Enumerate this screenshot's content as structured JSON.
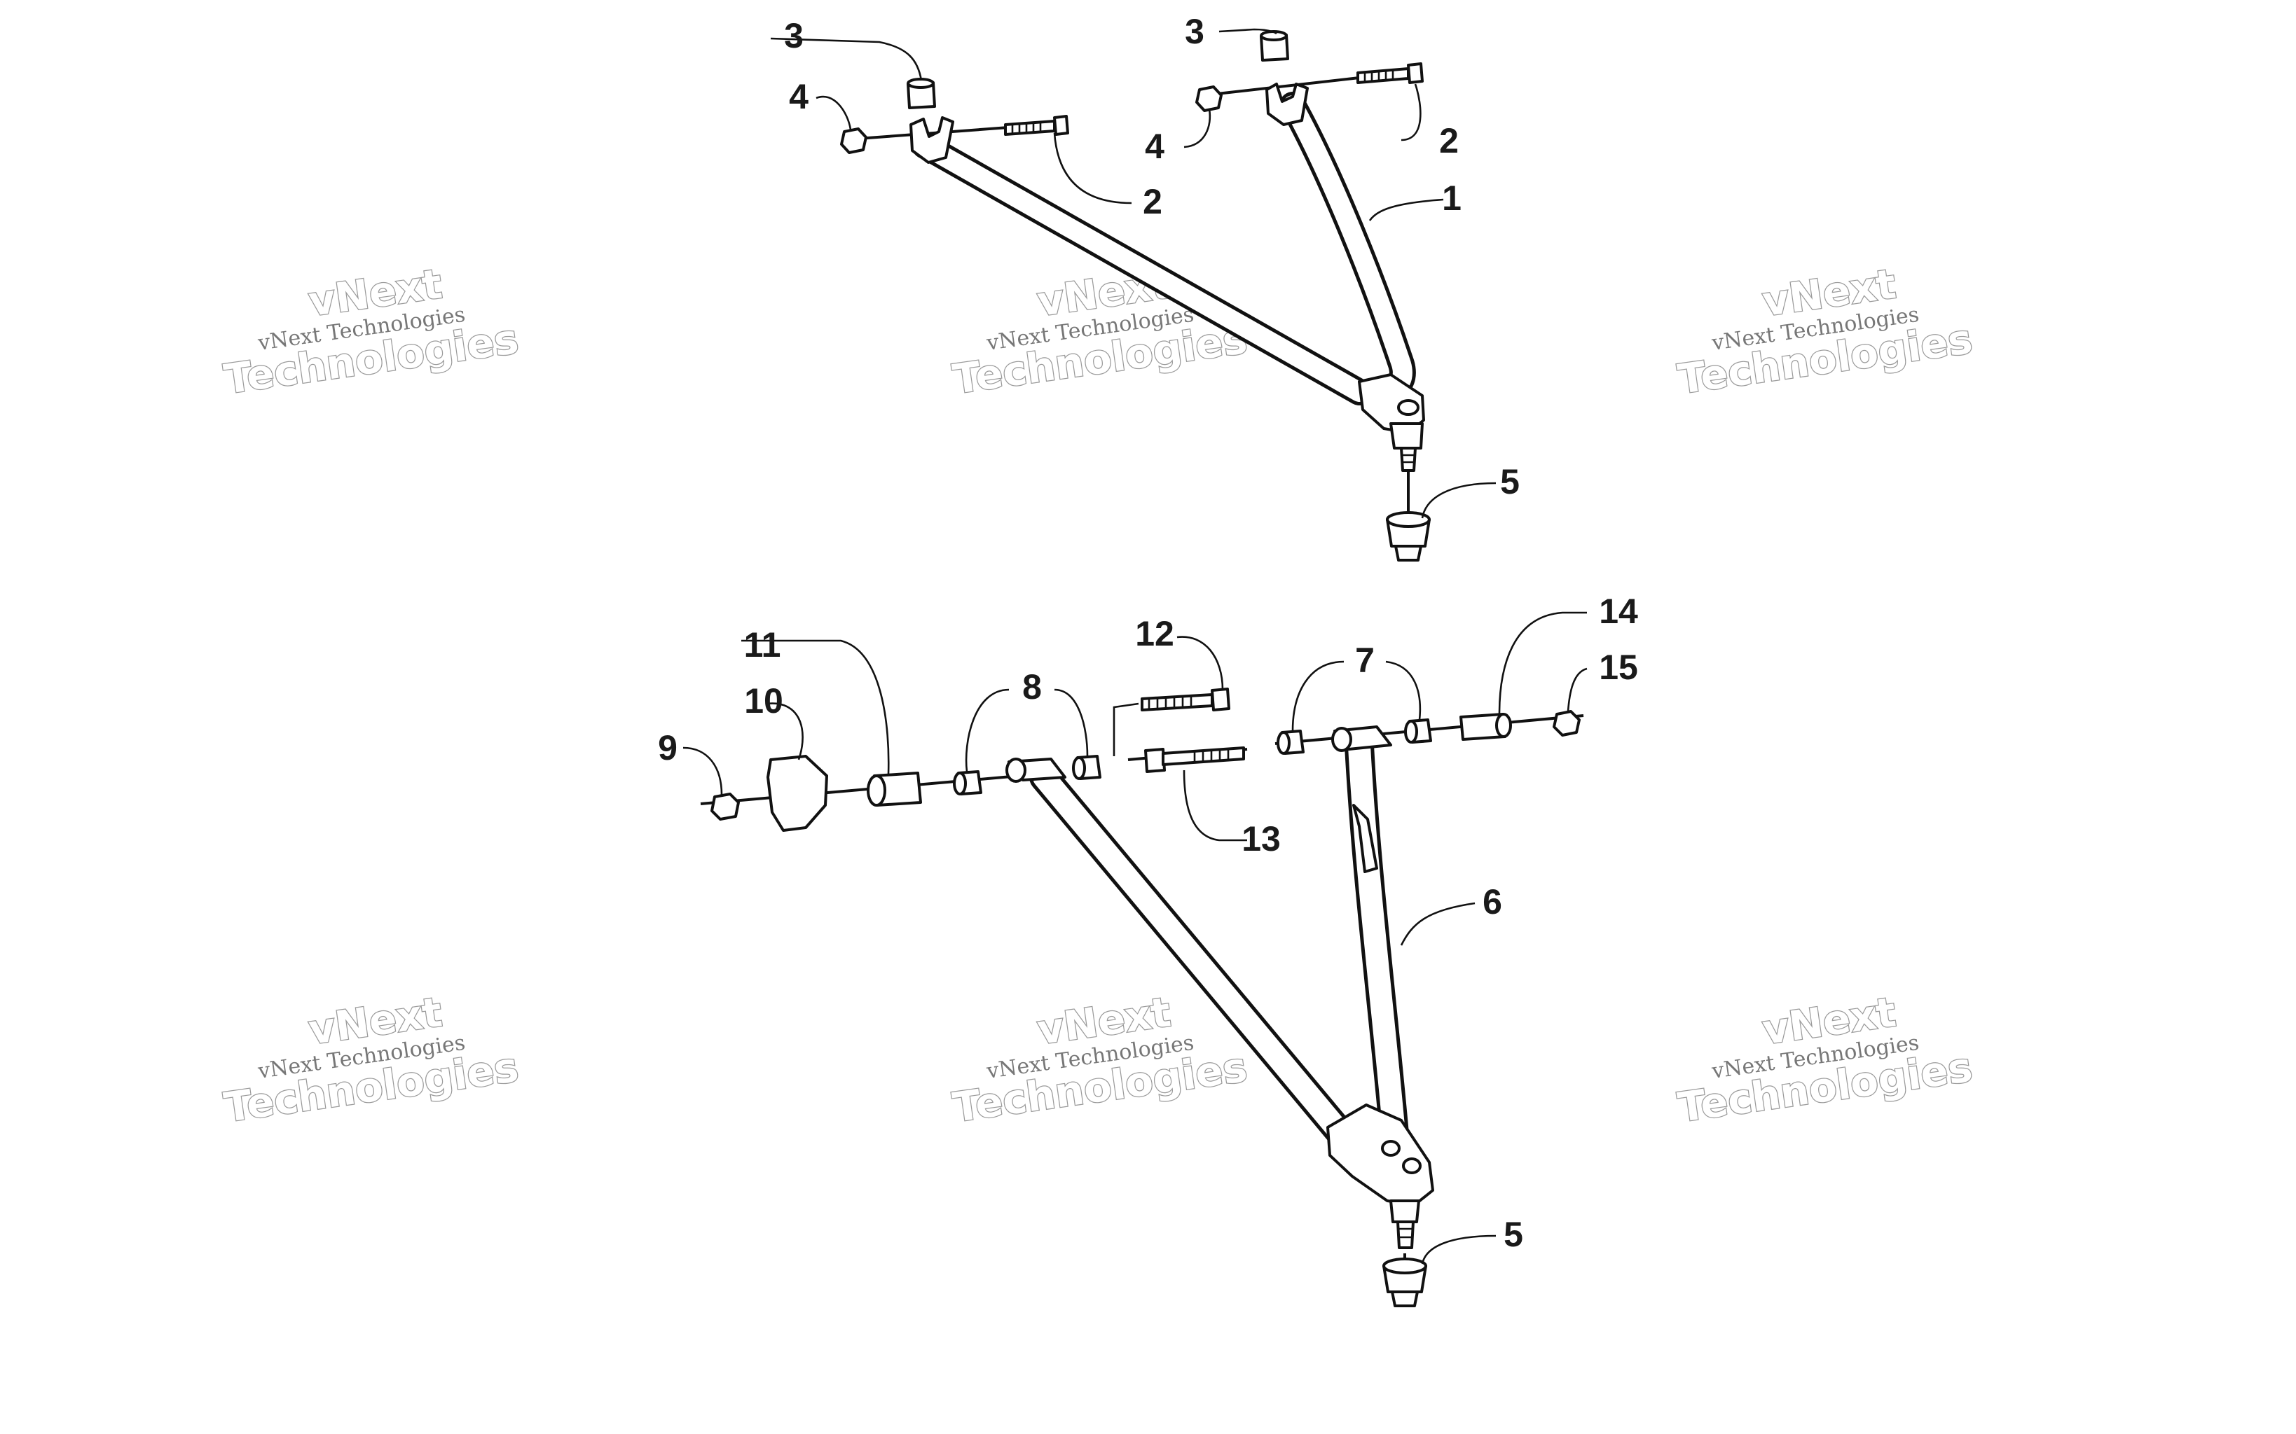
{
  "watermark": {
    "line1": "vNext Technologies",
    "line2": "vNext",
    "line3": "Technologies"
  },
  "callouts": {
    "c1": "1",
    "c2": "2",
    "c3": "3",
    "c4": "4",
    "c5": "5",
    "c6": "6",
    "c7": "7",
    "c8": "8",
    "c9": "9",
    "c10": "10",
    "c11": "11",
    "c12": "12",
    "c13": "13",
    "c14": "14",
    "c15": "15"
  },
  "colors": {
    "line": "#111111",
    "background": "#ffffff",
    "watermark": "#9a9a9a"
  }
}
